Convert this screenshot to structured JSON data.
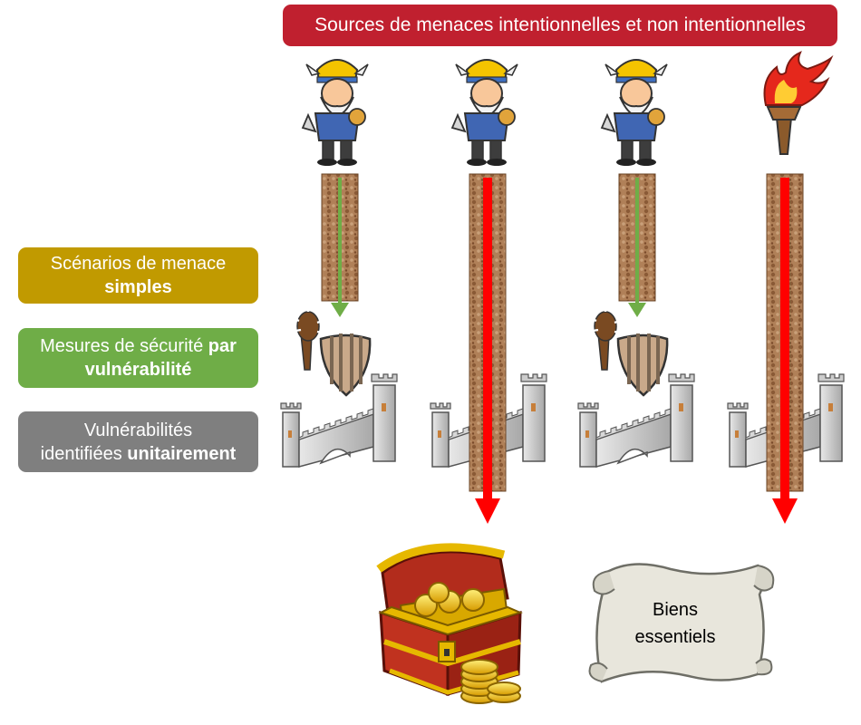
{
  "title": {
    "text": "Sources de menaces intentionnelles et non intentionnelles",
    "color": "#c0202f"
  },
  "legend": {
    "scenarios": {
      "text": "Scénarios de menace",
      "bold": "simples",
      "color": "#c19a00"
    },
    "mesures": {
      "text_before": "Mesures de sécurité ",
      "bold_1": "par",
      "bold_2": "vulnérabilité",
      "color": "#6fad47"
    },
    "vulnerabilites": {
      "line_1": "Vulnérabilités",
      "line_2": "identifiées ",
      "bold": "unitairement",
      "color": "#7f7f7f"
    }
  },
  "columns": [
    {
      "source_icon": "knight-icon",
      "path_color": "#6fad47",
      "blocked_by_shield": true
    },
    {
      "source_icon": "knight-icon",
      "path_color": "#ff0000",
      "blocked_by_shield": false
    },
    {
      "source_icon": "knight-icon",
      "path_color": "#6fad47",
      "blocked_by_shield": true
    },
    {
      "source_icon": "torch-icon",
      "path_color": "#ff0000",
      "blocked_by_shield": false
    }
  ],
  "assets": {
    "treasure_icon": "treasure-chest-icon",
    "scroll_icon": "scroll-icon",
    "label_line_1": "Biens",
    "label_line_2": "essentiels"
  }
}
